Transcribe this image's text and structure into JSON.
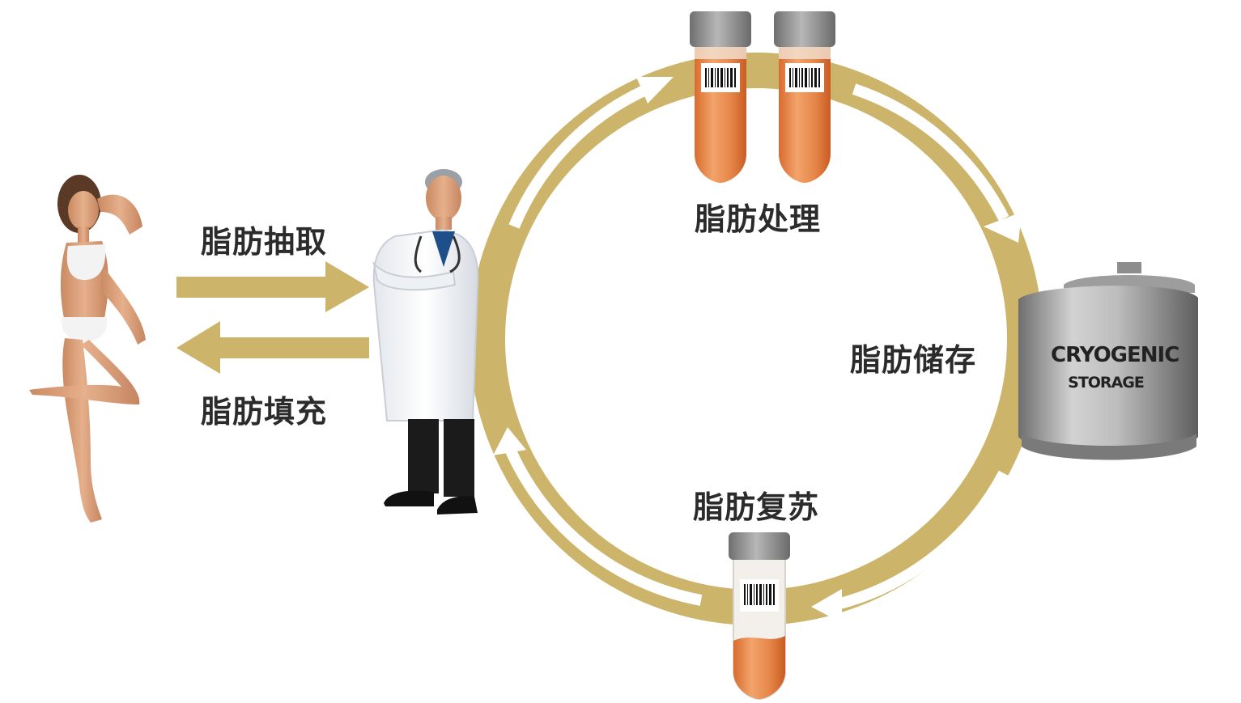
{
  "labels": {
    "extraction": "脂肪抽取",
    "filling": "脂肪填充",
    "processing": "脂肪处理",
    "storage": "脂肪储存",
    "revival": "脂肪复苏"
  },
  "tank": {
    "line1": "CRYOGENIC",
    "line2": "STORAGE"
  },
  "colors": {
    "ring": "#ccb46a",
    "arrow_inner": "#ffffff",
    "fat": "#e07e3c",
    "cap": "#8a8a8a",
    "tank": "#a9a9a9"
  }
}
